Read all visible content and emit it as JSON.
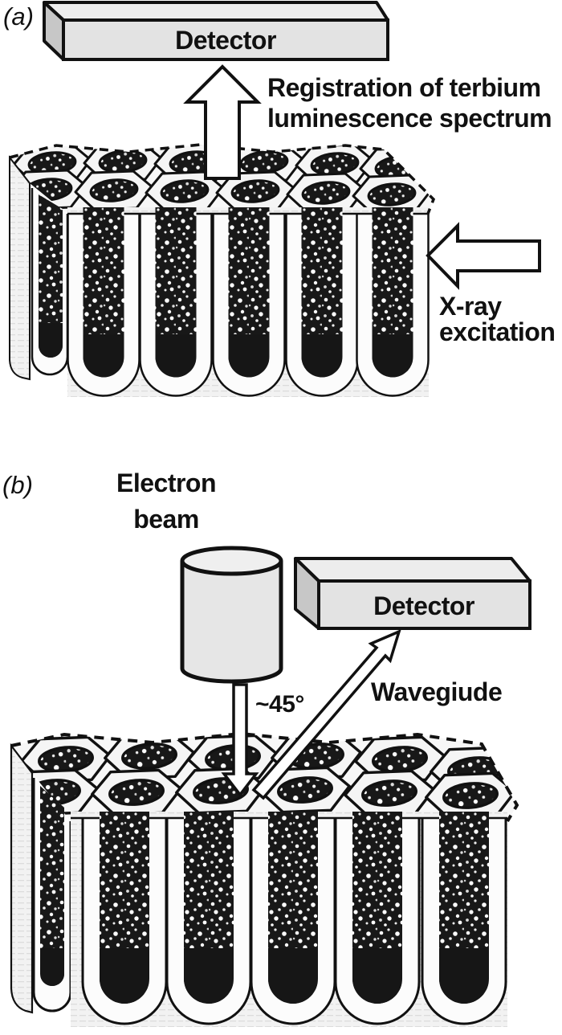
{
  "figure": {
    "panel_a": {
      "label": "(a)",
      "detector_label": "Detector",
      "registration_line1": "Registration of terbium",
      "registration_line2": "luminescence spectrum",
      "xray_line1": "X-ray",
      "xray_line2": "excitation"
    },
    "panel_b": {
      "label": "(b)",
      "electron_line1": "Electron",
      "electron_line2": "beam",
      "detector_label": "Detector",
      "angle_label": "~45°",
      "waveguide_label": "Wavegiude"
    },
    "colors": {
      "box_top": "#ededed",
      "box_front": "#e3e3e3",
      "box_side": "#c7c7c7",
      "cylinder_body": "#e6e6e6",
      "cylinder_top": "#efefef",
      "pore_dark": "#161616",
      "ink": "#111111",
      "background": "#ffffff"
    }
  }
}
